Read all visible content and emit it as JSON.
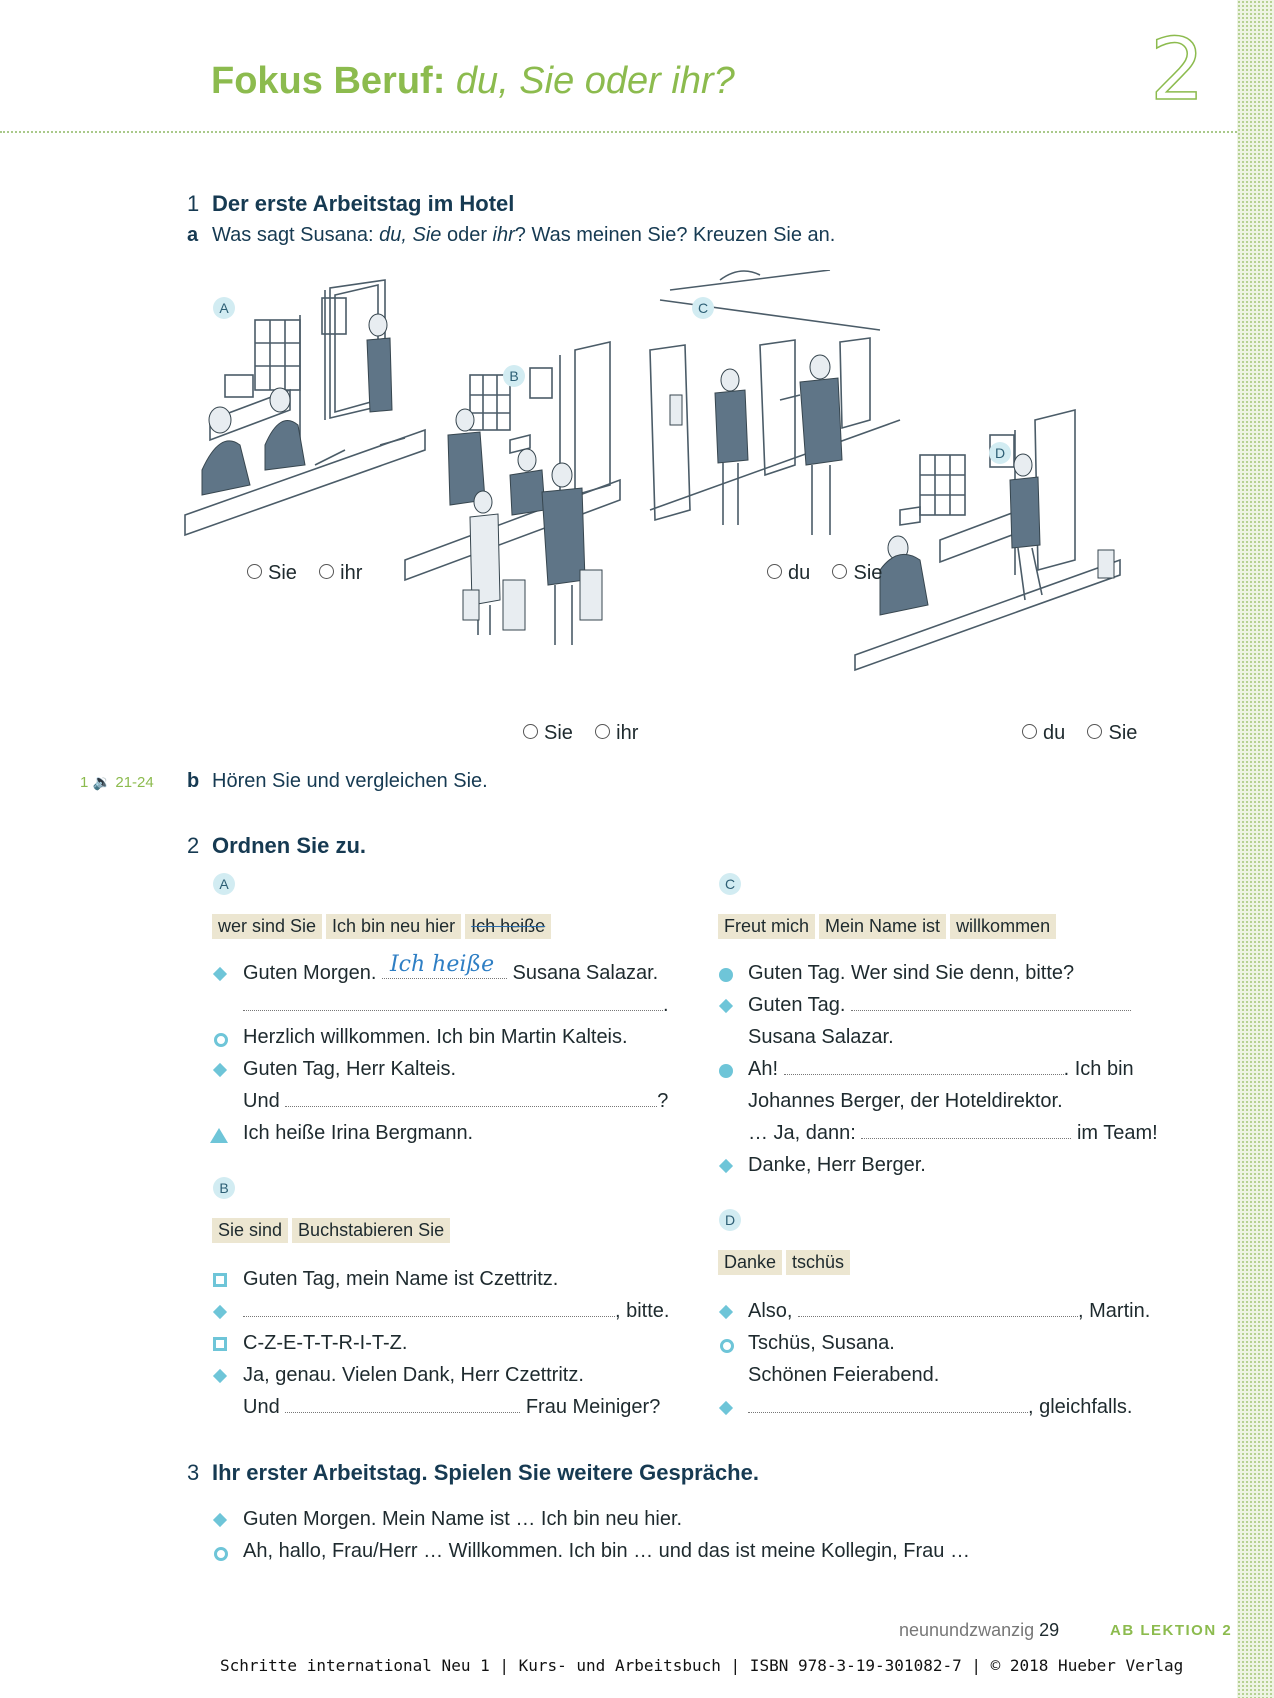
{
  "header": {
    "title_bold": "Fokus Beruf:",
    "title_italic": "du, Sie oder ihr?",
    "chapter_number": "2"
  },
  "ex1": {
    "number": "1",
    "title": "Der erste Arbeitstag im Hotel",
    "a": {
      "letter": "a",
      "text_1": "Was sagt Susana:",
      "text_2": "du, Sie",
      "text_3": "oder",
      "text_4": "ihr",
      "text_5": "? Was meinen Sie? Kreuzen Sie an."
    },
    "scenes": [
      {
        "label": "A",
        "options": [
          "Sie",
          "ihr"
        ]
      },
      {
        "label": "B",
        "options": [
          "Sie",
          "ihr"
        ]
      },
      {
        "label": "C",
        "options": [
          "du",
          "Sie"
        ]
      },
      {
        "label": "D",
        "options": [
          "du",
          "Sie"
        ]
      }
    ],
    "b": {
      "audio": "1 🔉 21-24",
      "letter": "b",
      "text": "Hören Sie und vergleichen Sie."
    }
  },
  "ex2": {
    "number": "2",
    "title": "Ordnen Sie zu.",
    "A": {
      "label": "A",
      "chips": [
        "wer sind Sie",
        "Ich bin neu hier",
        "Ich heiße"
      ],
      "lines": {
        "l1_pre": "Guten Morgen.",
        "l1_hand": "Ich heiße",
        "l1_post": "Susana Salazar.",
        "l2_post": ".",
        "l3": "Herzlich willkommen. Ich bin Martin Kalteis.",
        "l4": "Guten Tag, Herr Kalteis.",
        "l5_pre": "Und",
        "l5_post": "?",
        "l6": "Ich heiße Irina Bergmann."
      }
    },
    "B": {
      "label": "B",
      "chips": [
        "Sie sind",
        "Buchstabieren Sie"
      ],
      "lines": {
        "l1": "Guten Tag, mein Name ist Czettritz.",
        "l2_post": ", bitte.",
        "l3": "C-Z-E-T-T-R-I-T-Z.",
        "l4": "Ja, genau. Vielen Dank, Herr Czettritz.",
        "l5_pre": "Und",
        "l5_post": "Frau Meiniger?"
      }
    },
    "C": {
      "label": "C",
      "chips": [
        "Freut mich",
        "Mein Name ist",
        "willkommen"
      ],
      "lines": {
        "l1": "Guten Tag. Wer sind Sie denn, bitte?",
        "l2_pre": "Guten Tag.",
        "l3": "Susana Salazar.",
        "l4_pre": "Ah!",
        "l4_post": ". Ich bin",
        "l5": "Johannes Berger, der Hoteldirektor.",
        "l6_pre": "… Ja, dann:",
        "l6_post": "im Team!",
        "l7": "Danke, Herr Berger."
      }
    },
    "D": {
      "label": "D",
      "chips": [
        "Danke",
        "tschüs"
      ],
      "lines": {
        "l1_pre": "Also,",
        "l1_post": ", Martin.",
        "l2": "Tschüs, Susana.",
        "l3": "Schönen Feierabend.",
        "l4_post": ", gleichfalls."
      }
    }
  },
  "ex3": {
    "number": "3",
    "title": "Ihr erster Arbeitstag. Spielen Sie weitere Gespräche.",
    "lines": [
      "Guten Morgen. Mein Name ist … Ich bin neu hier.",
      "Ah, hallo, Frau/Herr … Willkommen. Ich bin … und das ist meine Kollegin, Frau …"
    ]
  },
  "footer": {
    "page_word": "neunundzwanzig",
    "page_number": "29",
    "section_ab": "AB",
    "section_lesson": "LEKTION 2",
    "credit": "Schritte international Neu 1 | Kurs- und Arbeitsbuch | ISBN 978-3-19-301082-7 | © 2018 Hueber Verlag"
  },
  "colors": {
    "accent_green": "#8cbb4e",
    "heading_navy": "#163a52",
    "bullet_cyan": "#6ec5d8",
    "chip_beige": "#ece6d1",
    "handwriting_blue": "#2f7fc4"
  },
  "icons": [
    "speaker-icon",
    "diamond-bullet-icon",
    "circle-bullet-icon",
    "ring-bullet-icon",
    "triangle-bullet-icon",
    "square-bullet-icon"
  ]
}
